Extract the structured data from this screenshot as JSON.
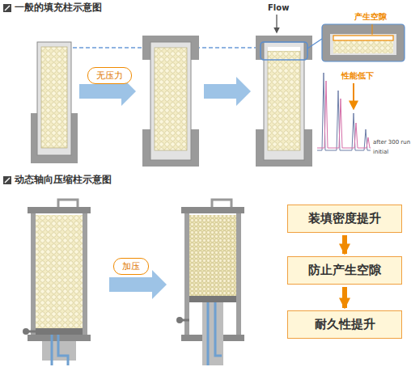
{
  "diagram": {
    "nodes": [
      {
        "text": [
          "无压力"
        ]
      },
      {
        "text": [
          "加压"
        ]
      },
      {
        "text": [
          "装填密度提升"
        ]
      },
      {
        "text": [
          "防止产生空隙"
        ]
      },
      {
        "text": [
          "耐久性提升"
        ]
      }
    ],
    "edges": [
      {
        "from": 2,
        "to": 3,
        "arrow": "to"
      },
      {
        "from": 3,
        "to": 4,
        "arrow": "to"
      }
    ],
    "labels": [
      "一般的填充柱示意图",
      "Flow",
      "产生空隙",
      "性能低下",
      "after 300 run",
      "initial",
      "动态轴向压缩柱示意图"
    ]
  }
}
